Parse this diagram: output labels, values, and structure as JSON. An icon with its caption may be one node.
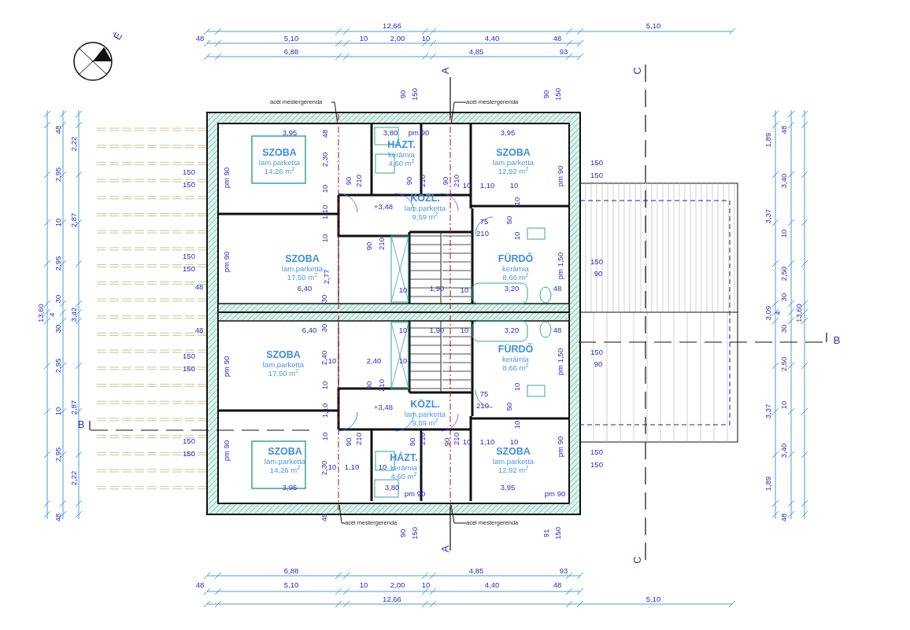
{
  "diagram": {
    "nodes": [
      {
        "text": [
          "SZOBA",
          "lam.parketta",
          "14,26 m$^{2}$"
        ]
      },
      {
        "text": [
          "HÁZT.",
          "kerámia",
          "4,60 m$^{2}$"
        ]
      },
      {
        "text": [
          "SZOBA",
          "lam.parketta",
          "12,92 m$^{2}$"
        ]
      },
      {
        "text": [
          "KÖZL.",
          "lam.parketta",
          "9,59 m$^{2}$"
        ]
      },
      {
        "text": [
          "SZOBA",
          "lam.parketta",
          "17,50 m$^{2}$"
        ]
      },
      {
        "text": [
          "FÜRDŐ",
          "kerámia",
          "8,66 m$^{2}$"
        ]
      },
      {
        "text": [
          "SZOBA",
          "lam.parketta",
          "17,50 m$^{2}$"
        ]
      },
      {
        "text": [
          "FÜRDŐ",
          "kerámia",
          "8,66 m$^{2}$"
        ]
      },
      {
        "text": [
          "KÖZL.",
          "lam.parketta",
          "9,59 m$^{2}$"
        ]
      },
      {
        "text": [
          "SZOBA",
          "lam.parketta",
          "14,26 m$^{2}$"
        ]
      },
      {
        "text": [
          "HÁZT.",
          "kerámia",
          "4,60 m$^{2}$"
        ]
      },
      {
        "text": [
          "SZOBA",
          "lam.parketta",
          "12,92 m$^{2}$"
        ]
      },
      {
        "text": [
          "acél mestergerenda"
        ]
      },
      {
        "text": [
          "acél mestergerenda"
        ]
      },
      {
        "text": [
          "acél mestergerenda"
        ]
      },
      {
        "text": [
          "acél mestergerenda"
        ]
      },
      {
        "text": [],
        "shape": "line"
      },
      {
        "text": [],
        "shape": "line"
      }
    ],
    "edges": [
      {
        "from": 12,
        "to": 16,
        "arrow": "none"
      },
      {
        "from": 13,
        "to": 17,
        "arrow": "none"
      },
      {
        "from": 14,
        "to": 16,
        "arrow": "none"
      },
      {
        "from": 15,
        "to": 17,
        "arrow": "none"
      }
    ],
    "labels": [
      "12,66",
      "5,10",
      "48",
      "5,10",
      "10",
      "2,00",
      "10",
      "4,40",
      "48",
      "6,88",
      "4,85",
      "93",
      "É",
      "A",
      "C",
      "90",
      "150",
      "90",
      "150",
      "13,60",
      "4",
      "48",
      "2,95",
      "10",
      "2,95",
      "30",
      "30",
      "2,95",
      "10",
      "2,95",
      "48",
      "2,22",
      "2,87",
      "3,42",
      "2,87",
      "2,22",
      "B",
      "150",
      "150",
      "150",
      "150",
      "48",
      "48",
      "150",
      "150",
      "150",
      "150",
      "pm 90",
      "pm 90",
      "pm 90",
      "pm 90",
      "48",
      "2,30",
      "10",
      "1,10",
      "10",
      "2,77",
      "30",
      "30",
      "2,40",
      "10",
      "1,10",
      "10",
      "2,30",
      "48",
      "3,95",
      "3,80",
      "pm 90",
      "3,95",
      "pm 90",
      "90",
      "210",
      "90",
      "210",
      "90",
      "210",
      "10",
      "1,10",
      "10",
      "10",
      "+3,48",
      "75",
      "50",
      "210",
      "10",
      "90",
      "210",
      "pm 1,50",
      "6,40",
      "10",
      "1,90",
      "10",
      "3,20",
      "48",
      "6,40",
      "10",
      "1,90",
      "10",
      "3,20",
      "48",
      "pm 1,50",
      "10",
      "2,40",
      "10",
      "90",
      "210",
      "+3,48",
      "75",
      "210",
      "10",
      "50",
      "10",
      "90",
      "210",
      "90",
      "210",
      "90",
      "210",
      "10",
      "1,10",
      "10",
      "pm 90",
      "10",
      "1,10",
      "10",
      "3,95",
      "3,80",
      "pm 90",
      "3,95",
      "pm 90",
      "150",
      "150",
      "150",
      "90",
      "150",
      "90",
      "150",
      "150",
      "1,89",
      "3,37",
      "3,09",
      "3,37",
      "1,89",
      "48",
      "3,40",
      "10",
      "2,50",
      "30",
      "4",
      "30",
      "2,50",
      "10",
      "3,40",
      "48",
      "13,60",
      "B",
      "90",
      "150",
      "91",
      "150",
      "A",
      "C",
      "6,88",
      "4,85",
      "93",
      "48",
      "5,10",
      "10",
      "2,00",
      "10",
      "4,40",
      "48",
      "12,66",
      "5,10"
    ]
  }
}
